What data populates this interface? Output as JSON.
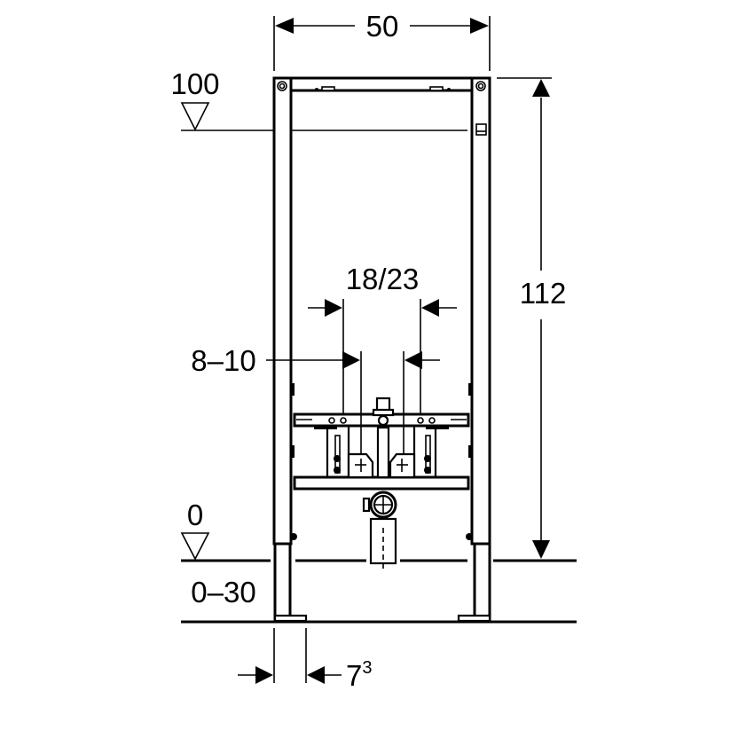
{
  "diagram": {
    "title": "Installation frame dimension drawing (front view)",
    "colors": {
      "line": "#000000",
      "background": "#ffffff"
    },
    "dimensions": {
      "width_top": "50",
      "height_right": "112",
      "level_top": "100",
      "level_floor": "0",
      "floor_adjust": "0–30",
      "connection_spacing_outer": "18/23",
      "connection_spacing_inner": "8–10",
      "foot_width_base": "7",
      "foot_width_sup": "3"
    },
    "level_markers": [
      {
        "label": "100",
        "icon": "level-triangle-icon"
      },
      {
        "label": "0",
        "icon": "level-triangle-icon"
      }
    ]
  }
}
